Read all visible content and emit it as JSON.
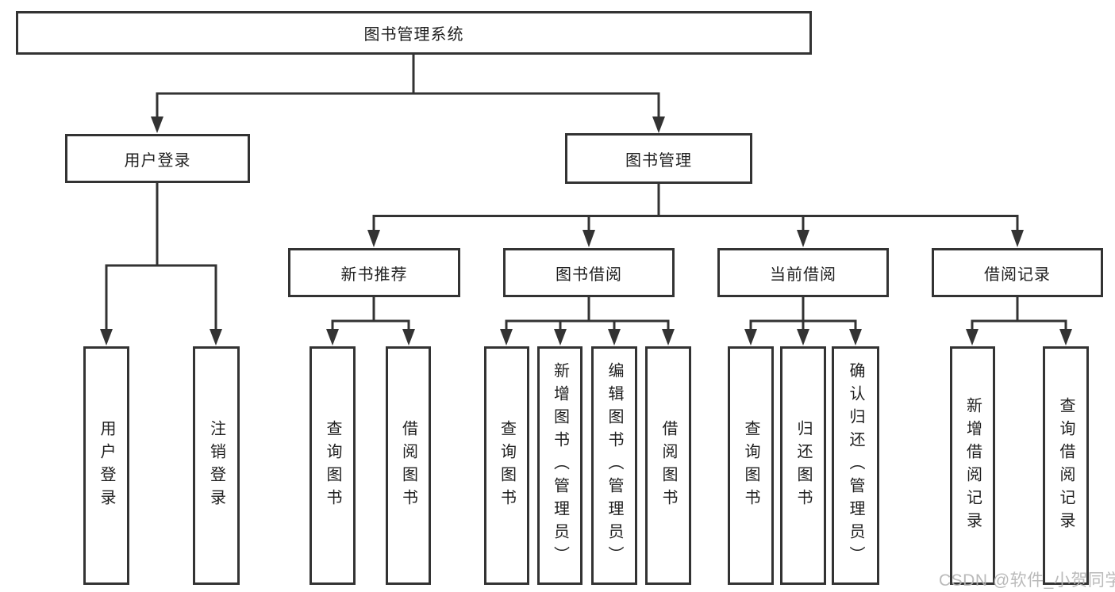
{
  "tree": {
    "label": "图书管理系统",
    "children": [
      {
        "label": "用户登录",
        "children": [
          {
            "label": "用户登录"
          },
          {
            "label": "注销登录"
          }
        ]
      },
      {
        "label": "图书管理",
        "children": [
          {
            "label": "新书推荐",
            "children": [
              {
                "label": "查询图书"
              },
              {
                "label": "借阅图书"
              }
            ]
          },
          {
            "label": "图书借阅",
            "children": [
              {
                "label": "查询图书"
              },
              {
                "label": "新增图书（管理员）"
              },
              {
                "label": "编辑图书（管理员）"
              },
              {
                "label": "借阅图书"
              }
            ]
          },
          {
            "label": "当前借阅",
            "children": [
              {
                "label": "查询图书"
              },
              {
                "label": "归还图书"
              },
              {
                "label": "确认归还（管理员）"
              }
            ]
          },
          {
            "label": "借阅记录",
            "children": [
              {
                "label": "新增借阅记录"
              },
              {
                "label": "查询借阅记录"
              }
            ]
          }
        ]
      }
    ]
  },
  "watermark": {
    "text": "CSDN @软件_小贺同学"
  },
  "colors": {
    "line": "#333333",
    "text": "#1f1f1f",
    "background": "#ffffff",
    "watermark": "#b5b5b5"
  }
}
